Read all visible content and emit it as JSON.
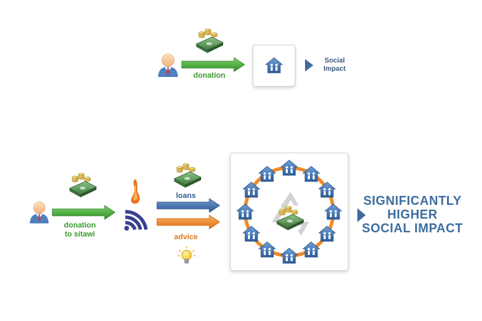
{
  "top_flow": {
    "arrow_label": "donation",
    "impact_label_line1": "Social",
    "impact_label_line2": "Impact"
  },
  "bottom_flow": {
    "donation_label_line1": "donation",
    "donation_label_line2": "to sitawi",
    "loans_label": "loans",
    "advice_label": "advice",
    "result_line1": "SIGNIFICANTLY",
    "result_line2": "HIGHER",
    "result_line3": "SOCIAL IMPACT"
  },
  "icons": {
    "person": "person-icon",
    "money": "money-stack-icon",
    "house": "house-icon",
    "logo": "sitawi-logo-icon",
    "bulb": "lightbulb-icon",
    "recycle": "recycle-icon"
  },
  "colors": {
    "green_arrow": "#3a9a2f",
    "blue_arrow": "#3f6ca8",
    "orange_arrow": "#ef8a2a",
    "ring": "#ef8a2a",
    "title_blue": "#3c6da0"
  }
}
